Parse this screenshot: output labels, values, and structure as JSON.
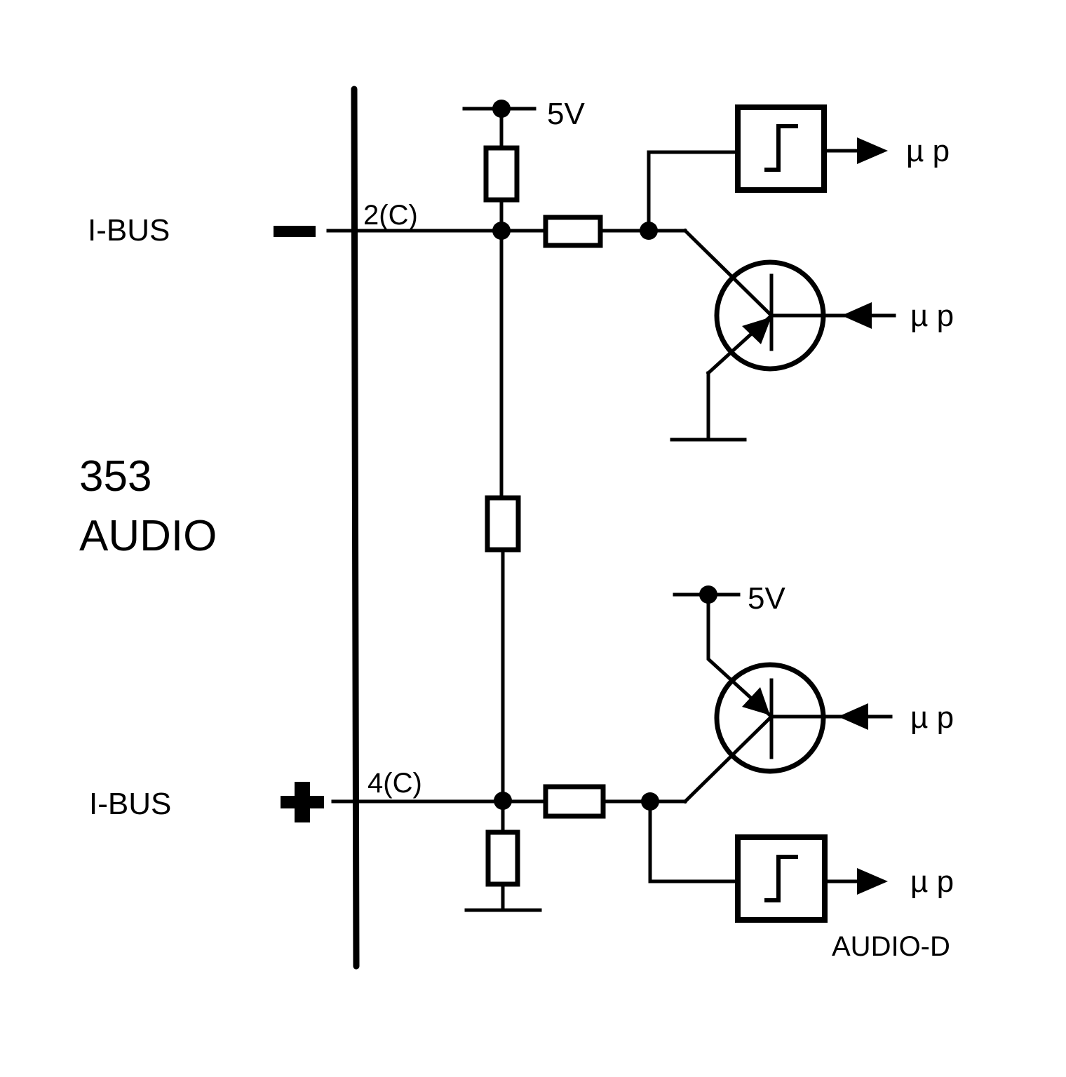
{
  "labels": {
    "ibus_top": "I-BUS",
    "ibus_bottom": "I-BUS",
    "title_number": "353",
    "title_name": "AUDIO",
    "pin_minus": "2(C)",
    "pin_plus": "4(C)",
    "supply_top": "5V",
    "supply_bottom": "5V",
    "mp_comparator_top": "µ p",
    "mp_transistor_top": "µ p",
    "mp_transistor_bottom": "µ p",
    "mp_comparator_bottom": "µ p",
    "footer_tag": "AUDIO-D"
  },
  "symbols": {
    "minus_terminal": "minus-sign",
    "plus_terminal": "plus-sign"
  }
}
